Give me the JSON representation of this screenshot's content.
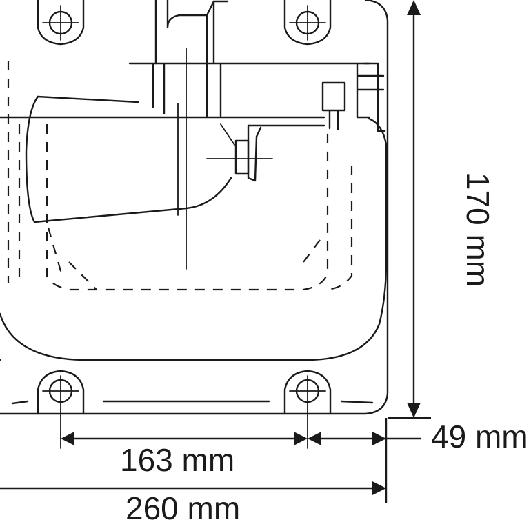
{
  "dimensions": {
    "spacing": "163 mm",
    "width": "260 mm",
    "depth": "49 mm",
    "height": "170 mm"
  }
}
